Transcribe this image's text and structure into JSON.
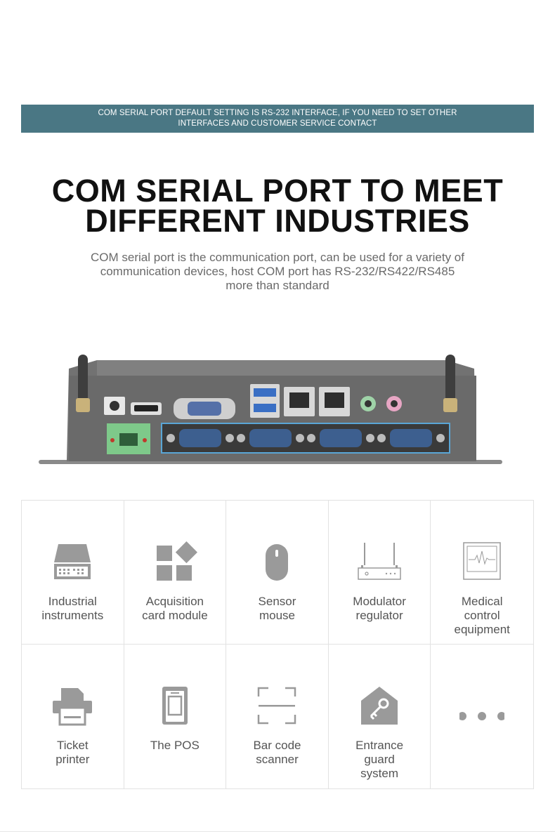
{
  "banner": {
    "line1": "COM SERIAL PORT DEFAULT SETTING IS RS-232 INTERFACE, IF YOU NEED TO SET OTHER",
    "line2": "INTERFACES AND CUSTOMER SERVICE CONTACT"
  },
  "headline": {
    "line1": "COM SERIAL PORT TO MEET",
    "line2": "DIFFERENT INDUSTRIES"
  },
  "description": {
    "line1": "COM serial port is the communication port, can be used for a variety of",
    "line2": "communication devices, host COM port has RS-232/RS422/RS485",
    "line3": "more than standard"
  },
  "colors": {
    "banner_bg": "#4a7784",
    "icon_gray": "#9a9a9a",
    "device_body": "#6e6e6e",
    "db9_blue": "#3d5f8f",
    "terminal_green": "#7ec98a",
    "highlight_blue": "#5aa6d6"
  },
  "industries": [
    {
      "icon": "server-icon",
      "lines": [
        "Industrial",
        "instruments"
      ]
    },
    {
      "icon": "modules-icon",
      "lines": [
        "Acquisition",
        "card module"
      ]
    },
    {
      "icon": "mouse-icon",
      "lines": [
        "Sensor",
        "mouse"
      ]
    },
    {
      "icon": "router-icon",
      "lines": [
        "Modulator",
        "regulator"
      ]
    },
    {
      "icon": "monitor-icon",
      "lines": [
        "Medical",
        "control",
        "equipment"
      ]
    },
    {
      "icon": "printer-icon",
      "lines": [
        "Ticket",
        "printer"
      ]
    },
    {
      "icon": "pos-icon",
      "lines": [
        "The POS"
      ]
    },
    {
      "icon": "barcode-icon",
      "lines": [
        "Bar code",
        "scanner"
      ]
    },
    {
      "icon": "key-tag-icon",
      "lines": [
        "Entrance",
        "guard",
        "system"
      ]
    },
    {
      "icon": "more-dots-icon",
      "lines": []
    }
  ]
}
